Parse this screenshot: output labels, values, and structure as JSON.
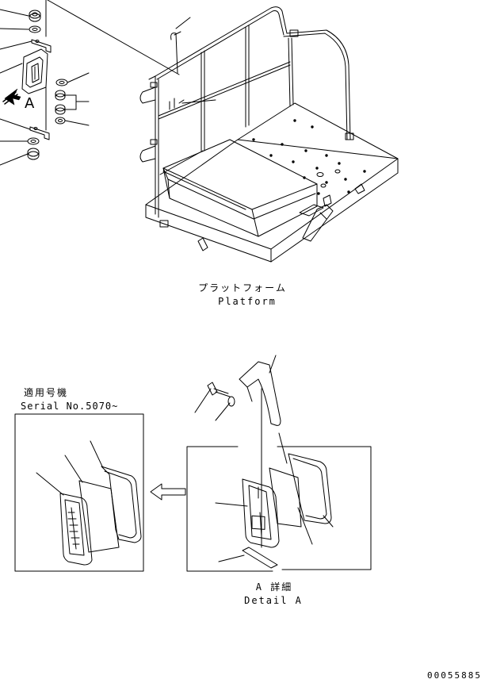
{
  "platform_caption": {
    "jp": "プラットフォーム",
    "en": "Platform"
  },
  "view_marker": "A",
  "serial_box": {
    "jp": "適用号機",
    "en": "Serial No.5070~"
  },
  "detail_caption": {
    "jp": "A 詳細",
    "en": "Detail A"
  },
  "document_number": "00055885",
  "colors": {
    "line": "#000000",
    "background": "#ffffff"
  }
}
